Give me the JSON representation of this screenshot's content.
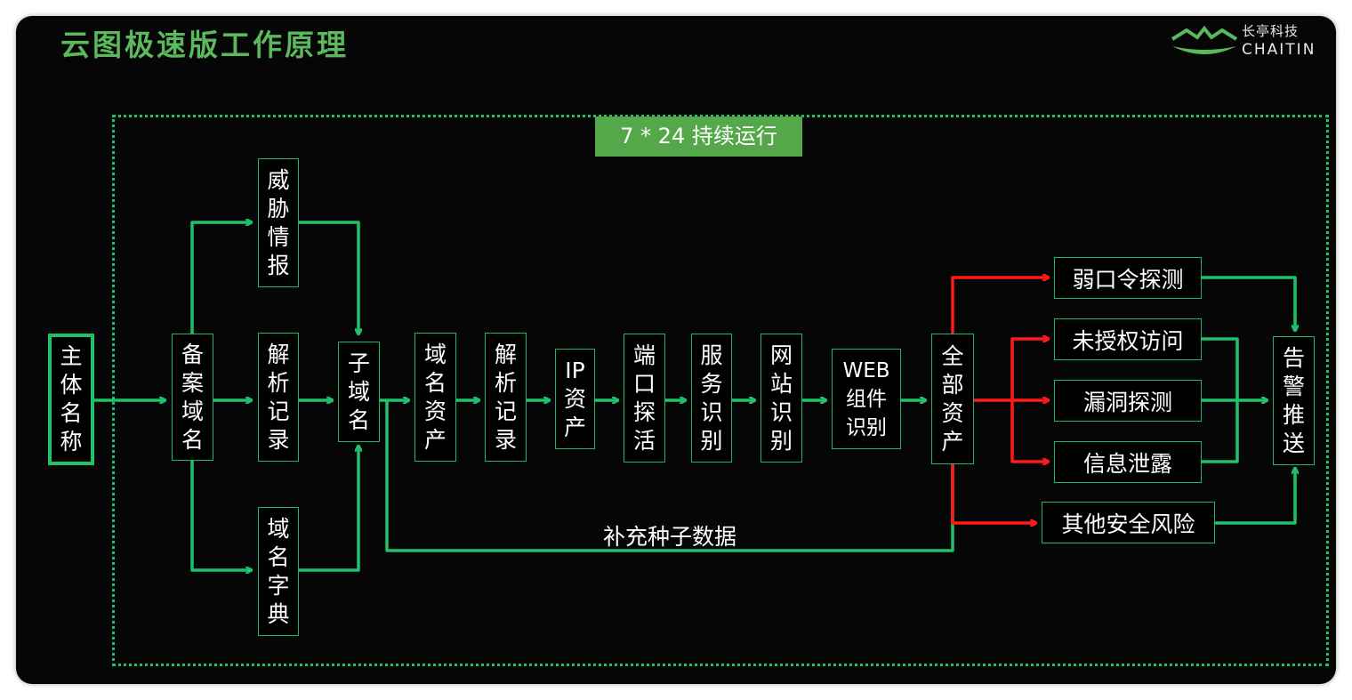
{
  "title": "云图极速版工作原理",
  "logo": {
    "cn": "长亭科技",
    "en": "CHAITIN"
  },
  "banner": "7 * 24 持续运行",
  "nodes": {
    "subject": "主体名称",
    "filing": "备案域名",
    "threat": "威胁情报",
    "dns": "解析记录",
    "dict": "域名字典",
    "subdomain": "子域名",
    "domain_asset": "域名资产",
    "dns2": "解析记录",
    "ip_asset": "IP资产",
    "port": "端口探活",
    "service": "服务识别",
    "site": "网站识别",
    "web": "WEB组件识别",
    "all_assets": "全部资产",
    "weak_pwd": "弱口令探测",
    "unauth": "未授权访问",
    "vuln": "漏洞探测",
    "leak": "信息泄露",
    "other": "其他安全风险",
    "alert": "告警推送"
  },
  "supplement_label": "补充种子数据",
  "colors": {
    "green_line": "#1fc26b",
    "red_line": "#ff1a1a",
    "title": "#5cb85c",
    "banner_bg": "#55a84a",
    "background": "#050605"
  }
}
